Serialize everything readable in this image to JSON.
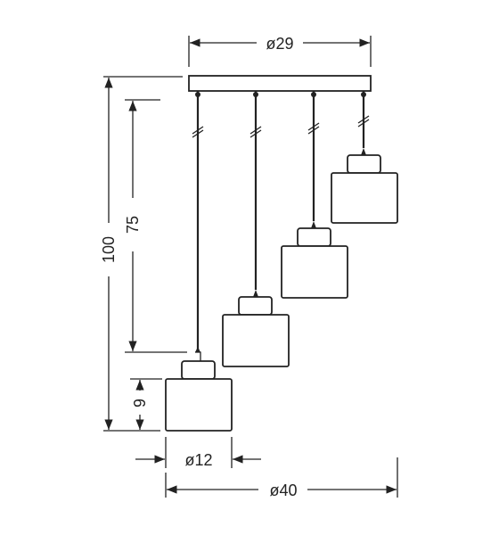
{
  "dimensions": {
    "canopy_diameter": "ø29",
    "overall_width": "ø40",
    "shade_diameter": "ø12",
    "overall_height": "100",
    "cord_height": "75",
    "shade_height": "9"
  }
}
